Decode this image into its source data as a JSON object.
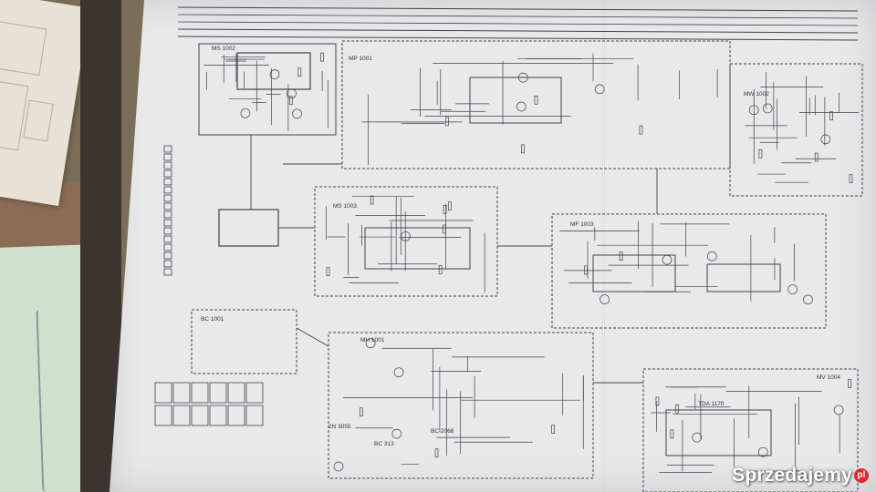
{
  "photo": {
    "subject": "Radio receiver circuit schematic sheet",
    "colors": {
      "paper": "#e9e9ea",
      "ink": "#3e4150",
      "board": "#3b3431",
      "background_paper": "#e7e2d3",
      "folder": "#cfe0cc",
      "watermark_red": "#e2262e"
    }
  },
  "schematic": {
    "module_labels": [
      "MS 1002",
      "MP 1001",
      "MW 1002",
      "MS 1003",
      "MF 1003",
      "MH 1001",
      "MV 1004",
      "BC 1001"
    ],
    "part_labels": [
      "BC 2068",
      "BC 313",
      "2N 3055",
      "TDA 1170"
    ]
  },
  "watermark": {
    "text": "Sprzedajemy",
    "badge": "pl"
  }
}
